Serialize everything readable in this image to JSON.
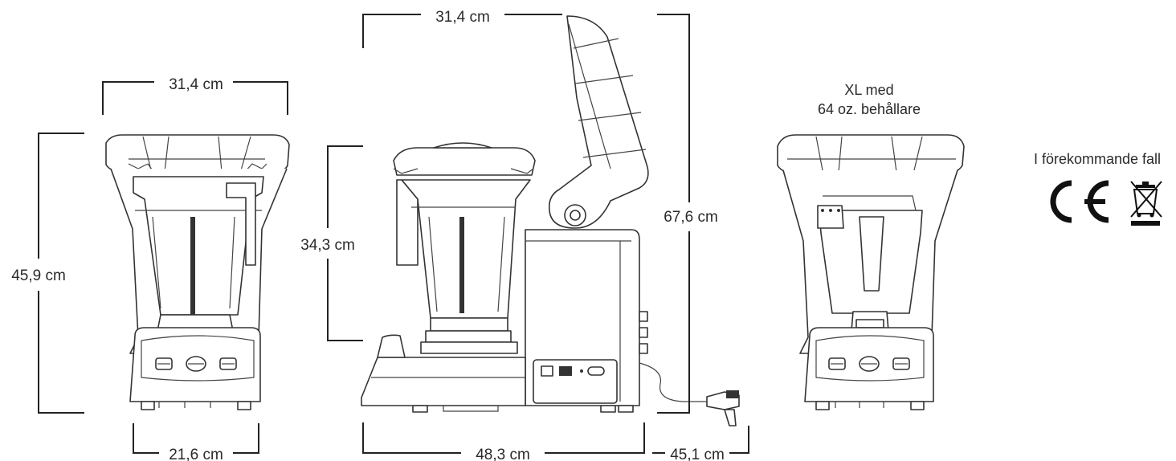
{
  "dimensions": {
    "front_width_top": "31,4 cm",
    "front_height": "45,9 cm",
    "front_base_width": "21,6 cm",
    "side_width_top": "31,4 cm",
    "side_container_height": "34,3 cm",
    "side_total_height": "67,6 cm",
    "side_depth": "48,3 cm",
    "cord_length": "45,1 cm"
  },
  "xl_label": {
    "line1": "XL med",
    "line2": "64 oz. behållare"
  },
  "cert": {
    "heading": "I förekommande fall",
    "ce_mark": "CE",
    "icons": [
      "ce-mark-icon",
      "weee-crossed-bin-icon"
    ]
  }
}
